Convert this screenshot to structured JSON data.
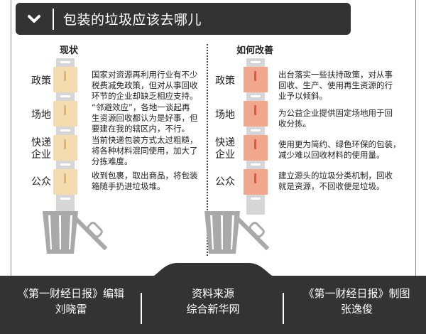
{
  "header": {
    "toggle_icon": "chevron-down-icon",
    "title": "包装的垃圾应该去哪儿"
  },
  "current": {
    "title": "现状",
    "box_color": "#f4dcae",
    "rows": [
      {
        "label": "政策",
        "text": [
          "国家对资源再利用行业有不少",
          "税费减免政策，但对从事回收",
          "环节的企业却缺乏相应支持。"
        ]
      },
      {
        "label": "场地",
        "text": [
          "“邻避效应”，各地一谈起再",
          "生资源回收都认为是好事，但",
          "要建在我的辖区内，不行。"
        ]
      },
      {
        "label_lines": [
          "快递",
          "企业"
        ],
        "text": [
          "当前快递包装方式太过粗糙，",
          "将各种材料混同使用，加大了",
          "分拣难度。"
        ]
      },
      {
        "label": "公众",
        "text": [
          "收到包裹，取出商品，将包装",
          "箱随手扔进垃圾堆。"
        ]
      }
    ]
  },
  "improve": {
    "title": "如何改善",
    "box_color": "#f2a88e",
    "rows": [
      {
        "label": "政策",
        "text": [
          "出台落实一些扶持政策，对从事",
          "回收、生产、使用再生资源的行",
          "业予以倾斜。"
        ]
      },
      {
        "label": "场地",
        "text": [
          "为公益企业提供固定场地用于回",
          "收分拣。"
        ]
      },
      {
        "label_lines": [
          "快递",
          "企业"
        ],
        "text": [
          "使用更为简约、绿色环保的包装，",
          "减少难以回收材料的使用量。"
        ]
      },
      {
        "label": "公众",
        "text": [
          "建立源头的垃圾分类机制，回收",
          "就是资源，不回收便是垃圾。"
        ]
      }
    ]
  },
  "footer": {
    "left": {
      "line1": "《第一财经日报》编辑",
      "line2": "刘晓雷"
    },
    "center": {
      "line1": "资料来源",
      "line2": "综合新华网"
    },
    "right": {
      "line1": "《第一财经日报》制图",
      "line2": "张逸俊"
    }
  },
  "icons": {
    "trash": "trash-can-icon",
    "box": "package-box-icon"
  }
}
